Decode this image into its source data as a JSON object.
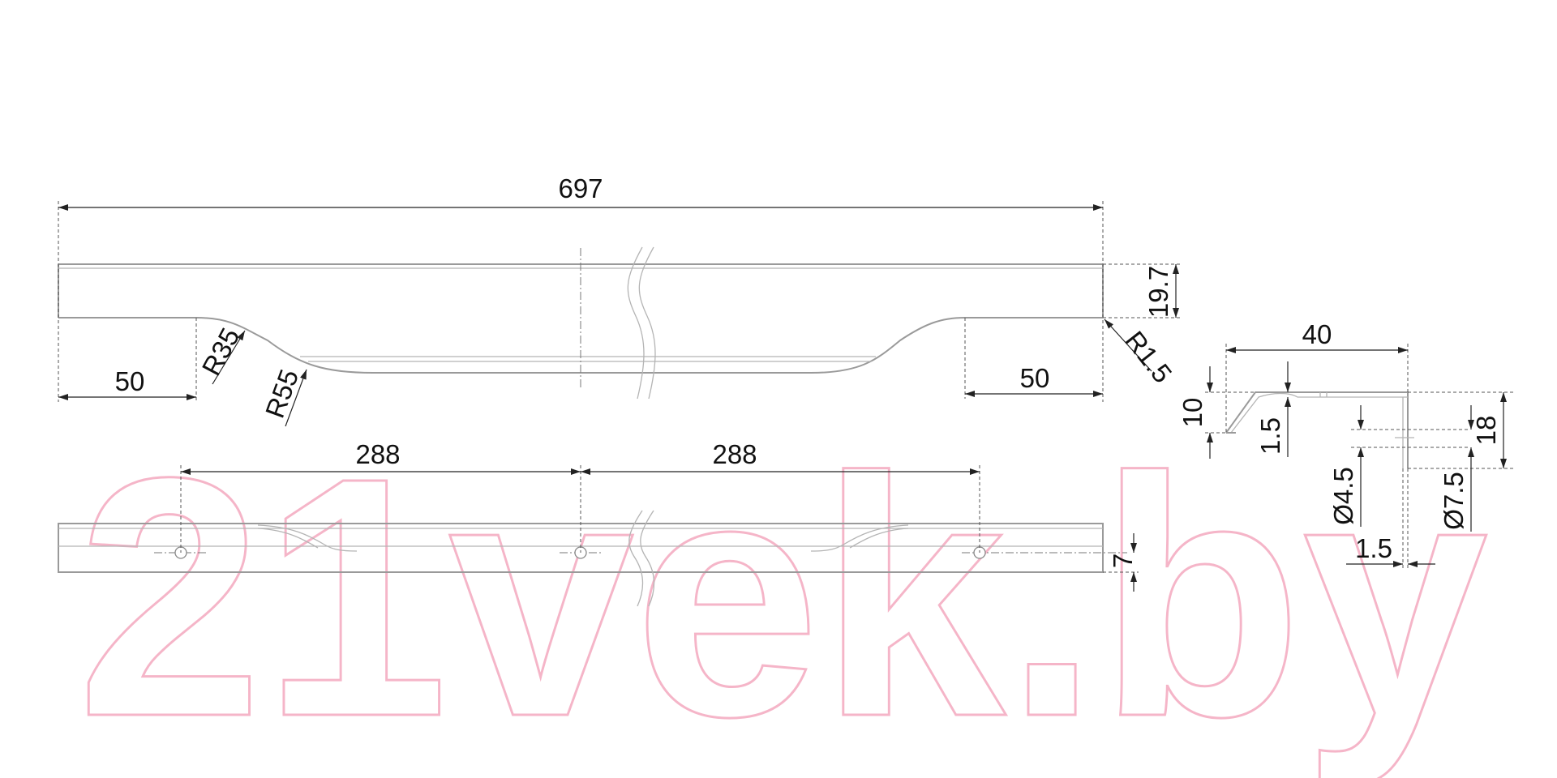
{
  "watermark": {
    "text": "21vek.by",
    "color": "#f5b5c8"
  },
  "colors": {
    "part_outline": "#9a9a9a",
    "dimension": "#222222",
    "text": "#111111"
  },
  "front_view": {
    "overall_length": "697",
    "height": "19.7",
    "end_radius": "R1.5",
    "left_flat": "50",
    "right_flat": "50",
    "radius_small": "R35",
    "radius_large": "R55"
  },
  "top_view": {
    "hole_spacing_left": "288",
    "hole_spacing_right": "288",
    "hole_offset": "7"
  },
  "profile_view": {
    "width": "40",
    "lip_height": "10",
    "thickness_top": "1.5",
    "total_height": "18",
    "hole_diameter": "Ø4.5",
    "counterbore_diameter": "Ø7.5",
    "thickness_side": "1.5"
  }
}
